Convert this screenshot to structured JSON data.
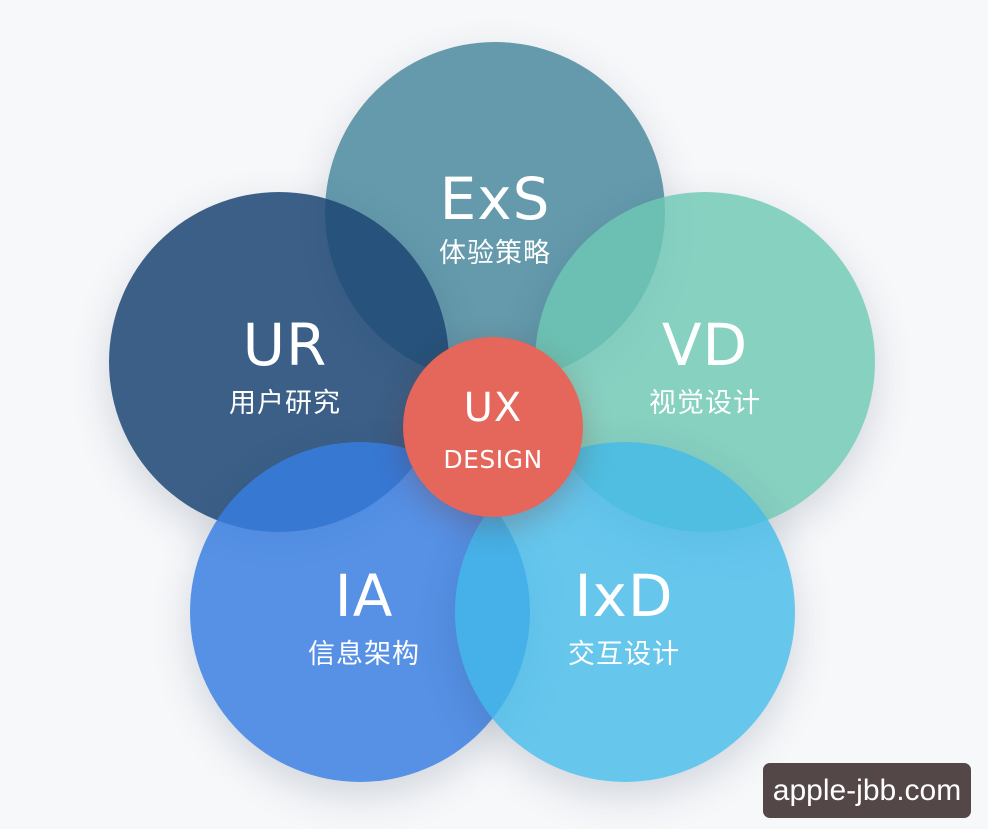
{
  "diagram": {
    "center": {
      "abbr": "UX",
      "sub": "DESIGN",
      "color": "#e5665a"
    },
    "petals": [
      {
        "key": "exs",
        "abbr": "ExS",
        "sub": "体验策略",
        "color": "#5f96a8"
      },
      {
        "key": "ur",
        "abbr": "UR",
        "sub": "用户研究",
        "color": "#2f5882"
      },
      {
        "key": "vd",
        "abbr": "VD",
        "sub": "视觉设计",
        "color": "#7ccab9"
      },
      {
        "key": "ia",
        "abbr": "IA",
        "sub": "信息架构",
        "color": "#4e8ee6"
      },
      {
        "key": "ixd",
        "abbr": "IxD",
        "sub": "交互设计",
        "color": "#4dbfe9"
      }
    ]
  },
  "watermark": "apple-jbb.com"
}
